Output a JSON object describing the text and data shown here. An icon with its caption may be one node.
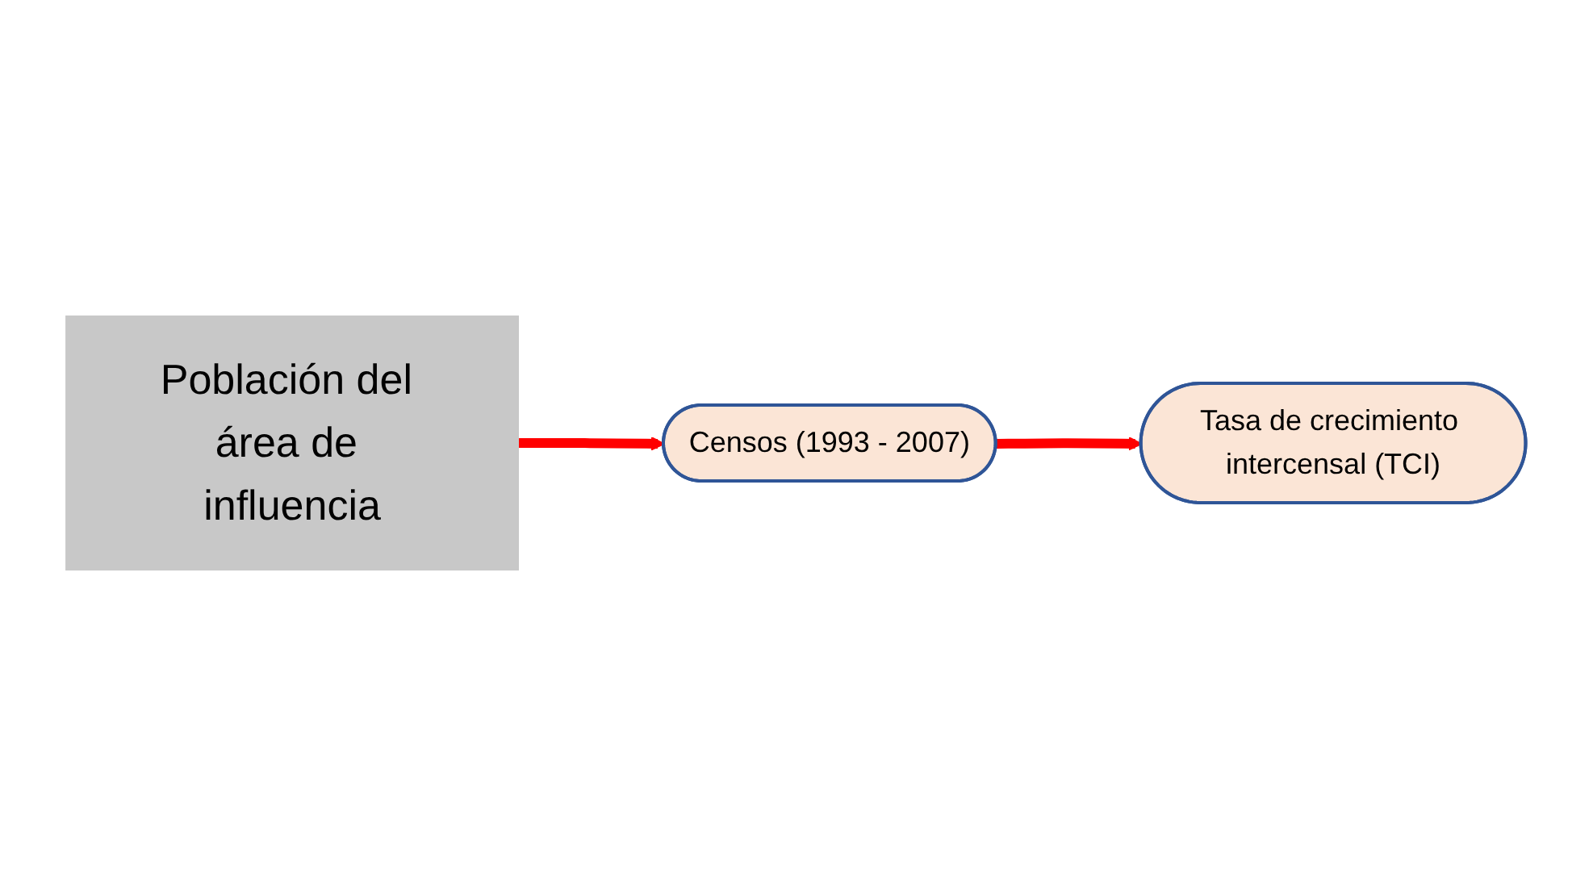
{
  "diagram": {
    "nodes": [
      {
        "text": [
          "Población del área de influencia"
        ]
      },
      {
        "text": [
          "Censos (1993 - 2007)"
        ]
      },
      {
        "text": [
          "Tasa de crecimiento intercensal (TCI)"
        ]
      }
    ],
    "edges": [
      {
        "from": 0,
        "to": 1,
        "arrow": "to"
      },
      {
        "from": 1,
        "to": 2,
        "arrow": "to"
      }
    ]
  }
}
